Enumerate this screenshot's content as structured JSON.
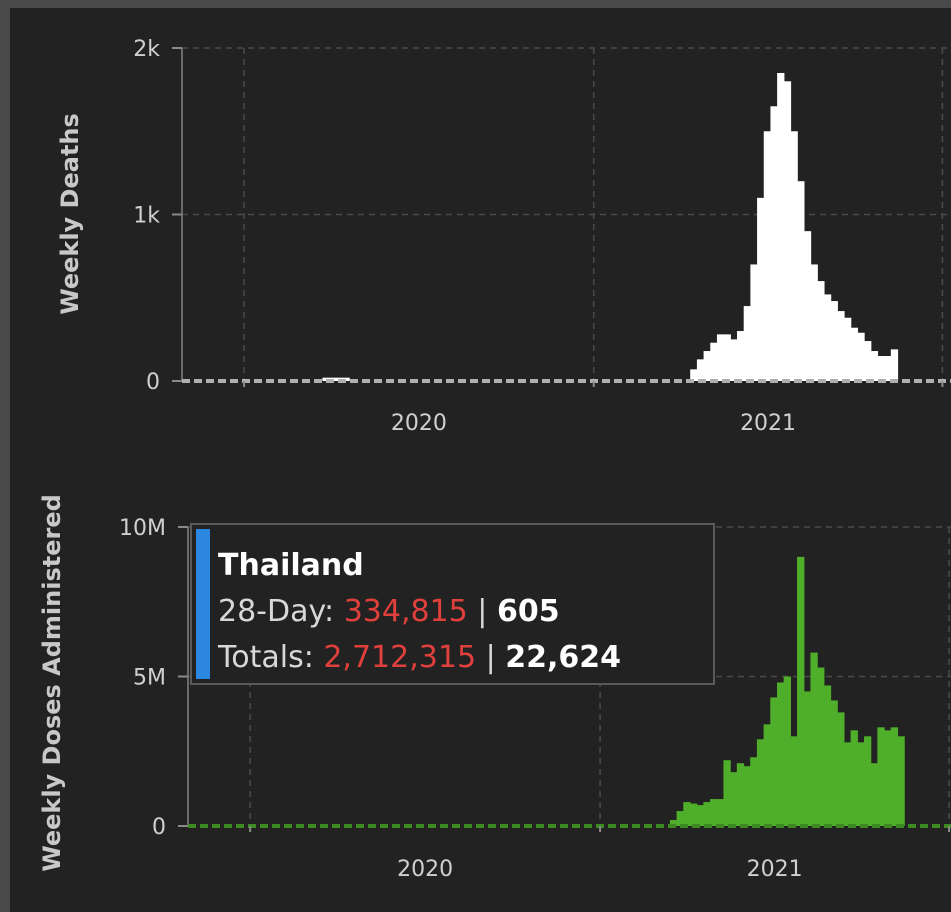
{
  "colors": {
    "background": "#222222",
    "deaths_fill": "#ffffff",
    "doses_fill": "#4fae2a",
    "grid": "#444444",
    "tooltip_accent": "#2b87e0",
    "tooltip_red": "#e0403c"
  },
  "tooltip": {
    "title": "Thailand",
    "line1_label": "28-Day: ",
    "line1_red": "334,815",
    "line1_sep": " | ",
    "line1_white": "605",
    "line2_label": "Totals: ",
    "line2_red": "2,712,315",
    "line2_sep": " | ",
    "line2_white": "22,624"
  },
  "chart_data": [
    {
      "type": "bar",
      "ylabel": "Weekly Deaths",
      "xlabel": "",
      "x_ticks": [
        "2020",
        "2021"
      ],
      "y_ticks": [
        "0",
        "1k",
        "2k"
      ],
      "y_tick_values": [
        0,
        1000,
        2000
      ],
      "ylim": [
        0,
        2000
      ],
      "grid": true,
      "series": [
        {
          "x_start": "2019-12-30",
          "interval_days": 7,
          "values": [
            0,
            0,
            0,
            0,
            0,
            0,
            0,
            0,
            0,
            0,
            0,
            0,
            20,
            20,
            20,
            20,
            0,
            0,
            0,
            0,
            0,
            0,
            0,
            0,
            0,
            0,
            0,
            0,
            0,
            0,
            0,
            0,
            0,
            0,
            0,
            0,
            0,
            0,
            0,
            0,
            0,
            0,
            0,
            0,
            0,
            0,
            0,
            0,
            0,
            0,
            0,
            0,
            0,
            0,
            0,
            0,
            0,
            0,
            0,
            0,
            0,
            0,
            0,
            0,
            0,
            0,
            0,
            70,
            130,
            180,
            230,
            280,
            280,
            250,
            300,
            450,
            700,
            1100,
            1500,
            1650,
            1850,
            1800,
            1500,
            1200,
            900,
            700,
            600,
            520,
            480,
            420,
            380,
            320,
            290,
            240,
            180,
            150,
            150,
            190
          ]
        }
      ]
    },
    {
      "type": "bar",
      "ylabel": "Weekly Doses Administered",
      "xlabel": "",
      "x_ticks": [
        "2020",
        "2021"
      ],
      "y_ticks": [
        "0",
        "5M",
        "10M"
      ],
      "y_tick_values": [
        0,
        5000000,
        10000000
      ],
      "ylim": [
        0,
        10000000
      ],
      "grid": true,
      "series": [
        {
          "x_start": "2019-12-30",
          "interval_days": 7,
          "values": [
            0,
            0,
            0,
            0,
            0,
            0,
            0,
            0,
            0,
            0,
            0,
            0,
            0,
            0,
            0,
            0,
            0,
            0,
            0,
            0,
            0,
            0,
            0,
            0,
            0,
            0,
            0,
            0,
            0,
            0,
            0,
            0,
            0,
            0,
            0,
            0,
            0,
            0,
            0,
            0,
            0,
            0,
            0,
            0,
            0,
            0,
            0,
            0,
            0,
            0,
            0,
            0,
            0,
            0,
            0,
            0,
            0,
            0,
            0,
            0,
            0,
            0,
            0,
            200000,
            500000,
            800000,
            750000,
            700000,
            800000,
            900000,
            900000,
            2200000,
            1800000,
            2100000,
            2000000,
            2300000,
            2900000,
            3400000,
            4300000,
            4800000,
            5000000,
            3000000,
            9000000,
            4500000,
            5800000,
            5300000,
            4700000,
            4200000,
            3800000,
            2800000,
            3200000,
            2800000,
            3000000,
            2100000,
            3300000,
            3200000,
            3300000,
            3000000
          ]
        }
      ]
    }
  ]
}
